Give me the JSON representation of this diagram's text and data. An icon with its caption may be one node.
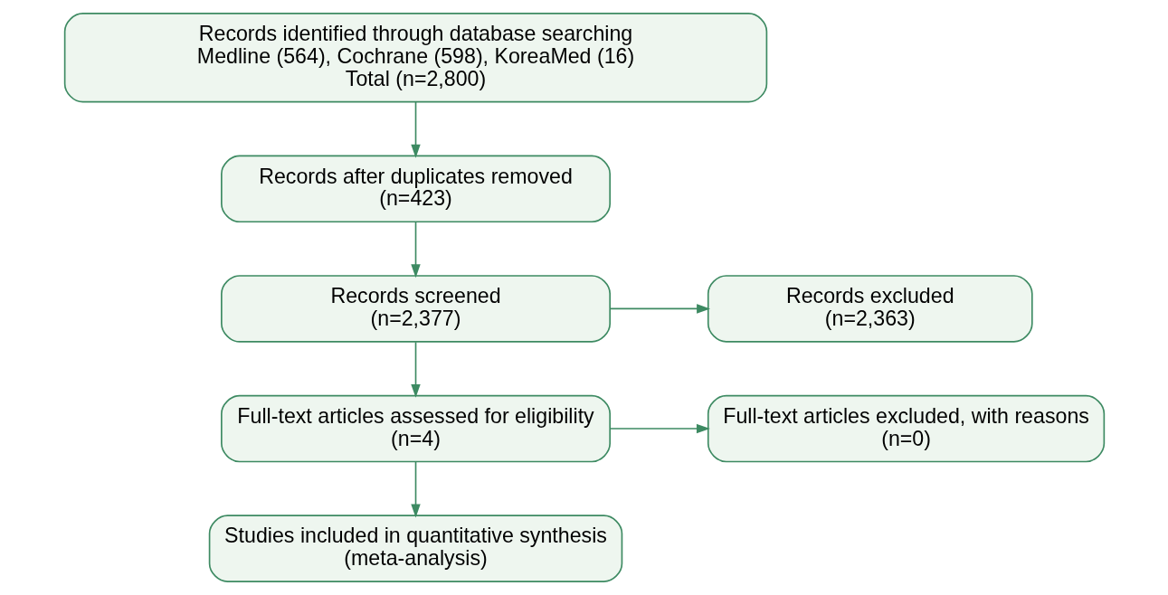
{
  "diagram": {
    "nodes": [
      {
        "text": [
          "Records identified through database searching",
          "Medline (564), Cochrane (598), KoreaMed (16)",
          "Total (n=2,800)"
        ]
      },
      {
        "text": [
          "Records after duplicates removed",
          "(n=423)"
        ]
      },
      {
        "text": [
          "Records screened",
          "(n=2,377)"
        ]
      },
      {
        "text": [
          "Records excluded",
          "(n=2,363)"
        ]
      },
      {
        "text": [
          "Full-text articles assessed for eligibility",
          "(n=4)"
        ]
      },
      {
        "text": [
          "Full-text articles excluded, with reasons",
          "(n=0)"
        ]
      },
      {
        "text": [
          "Studies included in quantitative synthesis",
          "(meta-analysis)"
        ]
      }
    ],
    "edges": [
      {
        "from": 0,
        "to": 1,
        "arrow": "to"
      },
      {
        "from": 1,
        "to": 2,
        "arrow": "to"
      },
      {
        "from": 2,
        "to": 3,
        "arrow": "to"
      },
      {
        "from": 2,
        "to": 4,
        "arrow": "to"
      },
      {
        "from": 4,
        "to": 5,
        "arrow": "to"
      },
      {
        "from": 4,
        "to": 6,
        "arrow": "to"
      }
    ]
  }
}
